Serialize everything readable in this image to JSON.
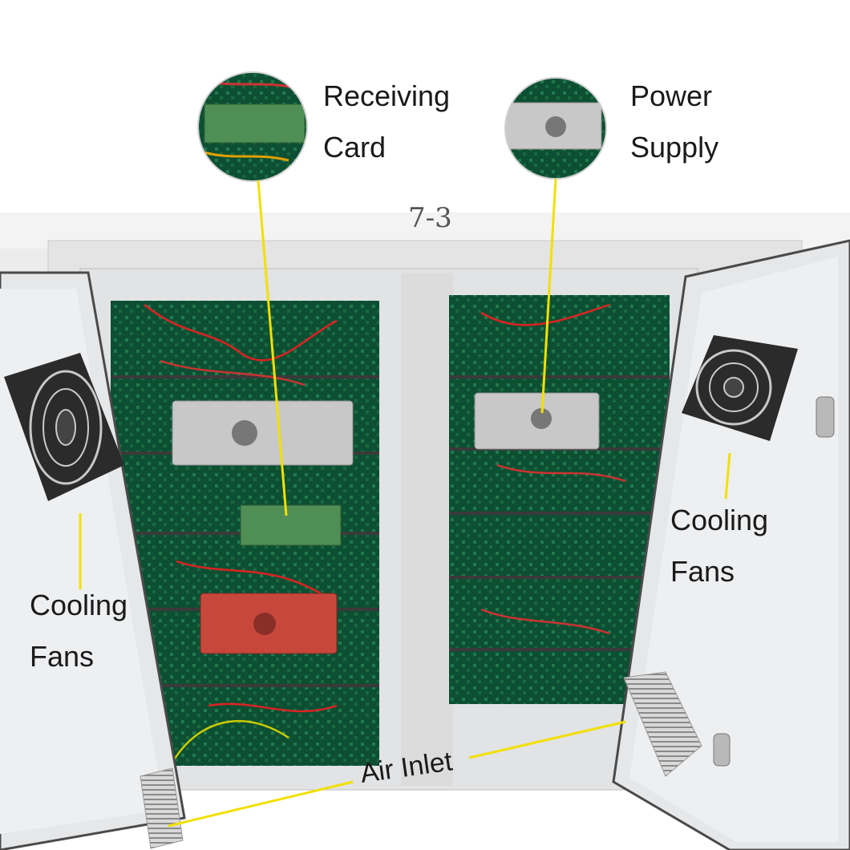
{
  "image_title": "",
  "cabinet_marker": "7-3",
  "callouts": {
    "receiving_card": [
      "Receiving",
      "Card"
    ],
    "power_supply": [
      "Power",
      "Supply"
    ],
    "cooling_fans_left": [
      "Cooling",
      "Fans"
    ],
    "cooling_fans_right": [
      "Cooling",
      "Fans"
    ],
    "air_inlet": "Air Inlet"
  },
  "colors": {
    "callout_line": "#f2e000",
    "cabinet": "#e9eaec",
    "led_module": "#0f5a3a",
    "pcb": "#4f8f55",
    "power_supply_red": "#c8473c",
    "fan": "#2b2b2b"
  }
}
